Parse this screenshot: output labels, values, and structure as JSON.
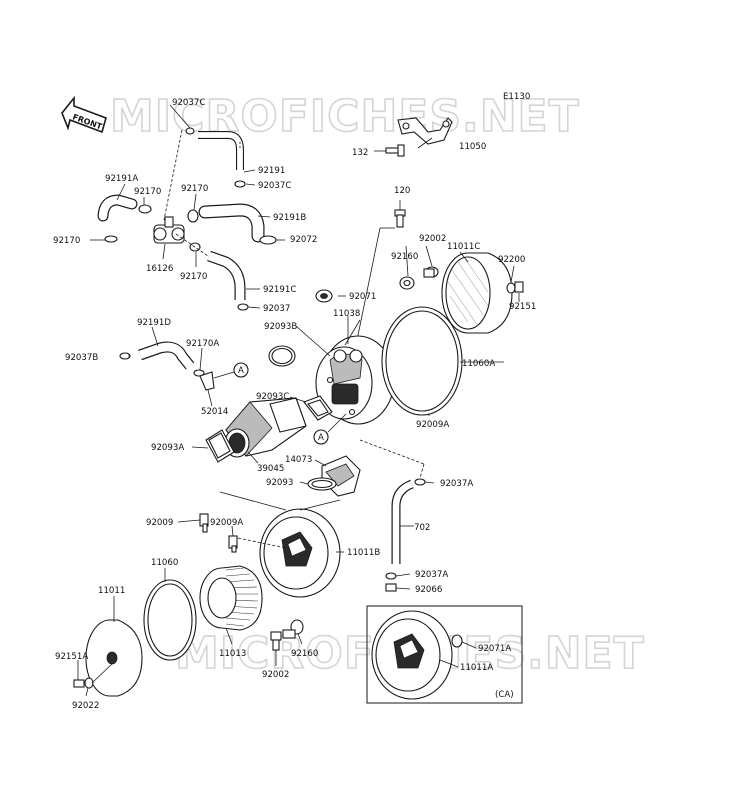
{
  "diagram_id": "E1130",
  "watermark": "MICROFICHES.NET",
  "front_label": "FRONT",
  "variant_label": "(CA)",
  "ref_a": "A",
  "parts": {
    "p92037C_top": "92037C",
    "p11050": "11050",
    "p132": "132",
    "p92191": "92191",
    "p92037C_b": "92037C",
    "p92191A": "92191A",
    "p92170_a": "92170",
    "p92170_b": "92170",
    "p92191B": "92191B",
    "p92072": "92072",
    "p92170_l": "92170",
    "p16126": "16126",
    "p92170_c": "92170",
    "p92191C": "92191C",
    "p92037": "92037",
    "p120": "120",
    "p92002_top": "92002",
    "p11011C": "11011C",
    "p92160_top": "92160",
    "p92200": "92200",
    "p92151": "92151",
    "p92071": "92071",
    "p11038": "11038",
    "p92093B": "92093B",
    "p92191D": "92191D",
    "p92170A": "92170A",
    "p92037B": "92037B",
    "p11060A": "11060A",
    "p52014": "52014",
    "p92093C": "92093C",
    "p92009A_r": "92009A",
    "p92093A": "92093A",
    "p39045": "39045",
    "p14073": "14073",
    "p92093": "92093",
    "p92037A_a": "92037A",
    "p92009": "92009",
    "p92009A_l": "92009A",
    "p702": "702",
    "p11011B": "11011B",
    "p11060": "11060",
    "p92037A_b": "92037A",
    "p92066": "92066",
    "p11011": "11011",
    "p92071A": "92071A",
    "p11011A": "11011A",
    "p11013": "11013",
    "p92160_b": "92160",
    "p92151A": "92151A",
    "p92002_b": "92002",
    "p92022": "92022"
  }
}
